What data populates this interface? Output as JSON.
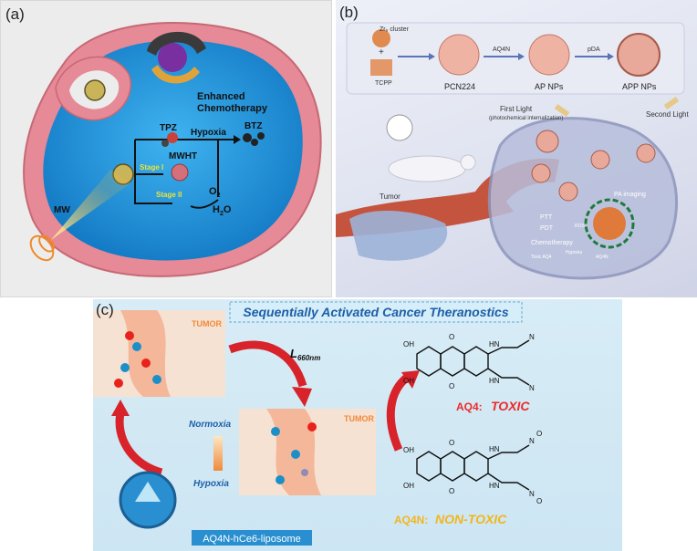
{
  "panel_a": {
    "label": "(a)",
    "enhanced": "Enhanced",
    "chemotherapy": "Chemotherapy",
    "tpz": "TPZ",
    "hypoxia": "Hypoxia",
    "btz": "BTZ",
    "mwht": "MWHT",
    "stage1": "Stage I",
    "stage2": "Stage II",
    "o2": "O",
    "o2_sub": "2",
    "h2o_h": "H",
    "h2o_sub": "2",
    "h2o_o": "O",
    "mw": "MW"
  },
  "panel_b": {
    "label": "(b)",
    "zr_cluster": "Zr₆ cluster",
    "plus": "+",
    "tcpp": "TCPP",
    "pcn224": "PCN224",
    "aq4n": "AQ4N",
    "ap_nps": "AP NPs",
    "pda": "pDA",
    "app_nps": "APP NPs",
    "first_light": "First Light",
    "first_light_note": "(photochemical internalization)",
    "second_light": "Second Light",
    "tumor": "Tumor",
    "ptt": "PTT",
    "pdt": "PDT",
    "ros": "ROS",
    "pa_imaging": "PA imaging",
    "chemotherapy": "Chemotherapy",
    "toxic_aq4": "Toxic AQ4",
    "aq4n_small": "AQ4N",
    "hypoxia_small": "Hypoxia"
  },
  "panel_c": {
    "label": "(c)",
    "title": "Sequentially Activated Cancer Theranostics",
    "tumor1": "TUMOR",
    "tumor2": "TUMOR",
    "light": "L",
    "light_sub": "660nm",
    "normoxia": "Normoxia",
    "hypoxia": "Hypoxia",
    "aq4_name": "AQ4:",
    "aq4_status": "TOXIC",
    "aq4n_name": "AQ4N:",
    "aq4n_status": "NON-TOXIC",
    "liposome": "AQ4N-hCe6-liposome",
    "o": "O",
    "oh": "OH",
    "hn": "HN",
    "n": "N"
  },
  "colors": {
    "membrane": "#e58a96",
    "cytoplasm": "#1d8fd8",
    "toxic": "#ee2a2a",
    "nontoxic": "#f3b51b",
    "arrow_red": "#d8232a"
  }
}
